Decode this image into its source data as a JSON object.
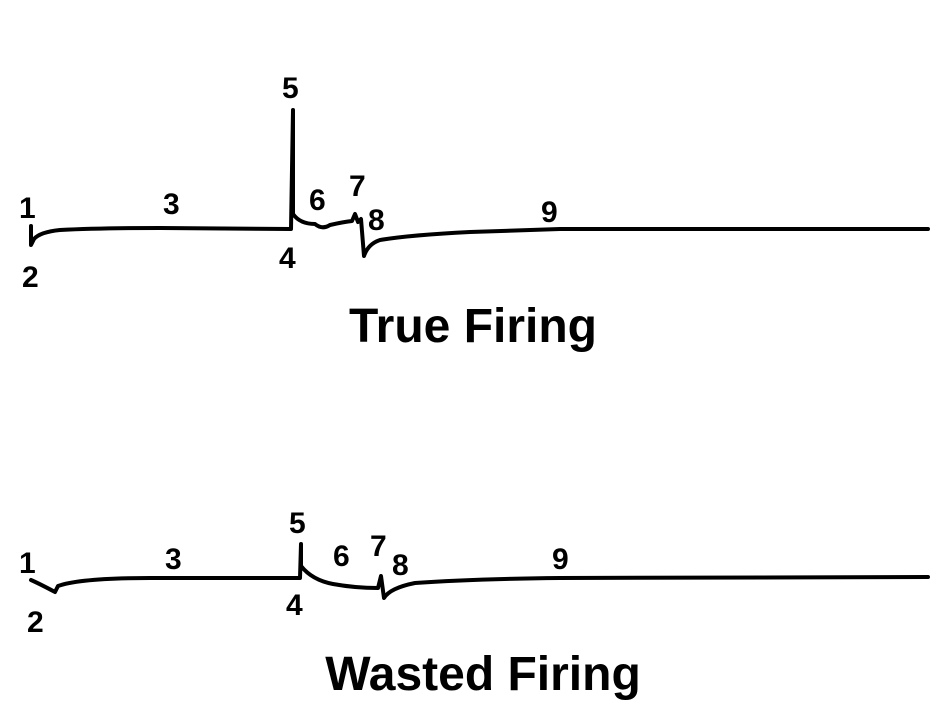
{
  "panels": [
    {
      "title": "True Firing",
      "labels": [
        "1",
        "2",
        "3",
        "4",
        "5",
        "6",
        "7",
        "8",
        "9"
      ]
    },
    {
      "title": "Wasted Firing",
      "labels": [
        "1",
        "2",
        "3",
        "4",
        "5",
        "6",
        "7",
        "8",
        "9"
      ]
    }
  ],
  "colors": {
    "trace": "#000000",
    "background": "#ffffff"
  }
}
